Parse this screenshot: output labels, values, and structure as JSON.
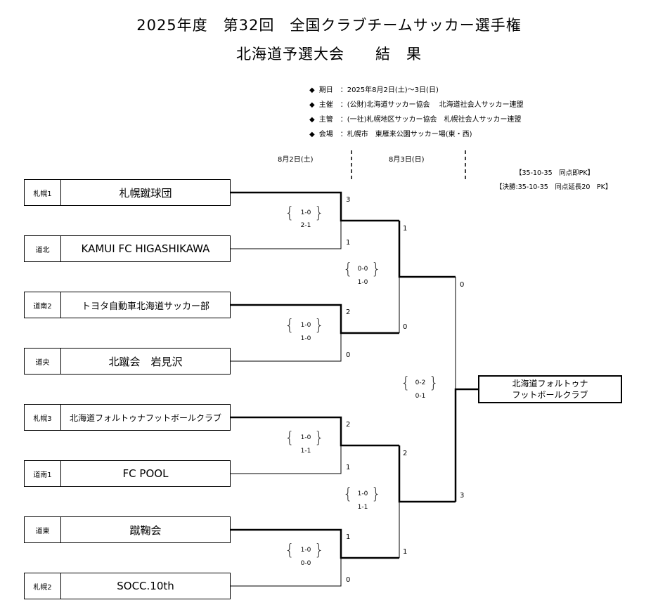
{
  "header": {
    "title_line1": "2025年度　第32回　全国クラブチームサッカー選手権",
    "title_line2": "北海道予選大会　　結　果"
  },
  "info": [
    {
      "label": "期日　：",
      "value": "2025年8月2日(土)～3日(日)"
    },
    {
      "label": "主催　：",
      "value": "(公財)北海道サッカー協会　 北海道社会人サッカー連盟"
    },
    {
      "label": "主管　：",
      "value": "(一社)札幌地区サッカー協会　札幌社会人サッカー連盟"
    },
    {
      "label": "会場　：",
      "value": "札幌市　東雁来公園サッカー場(東・西)"
    }
  ],
  "dates": {
    "day1": "8月2日(土)",
    "day2": "8月3日(日)"
  },
  "notes": {
    "line1": "【35-10-35　同点即PK】",
    "line2": "【決勝:35-10-35　同点延長20　PK】"
  },
  "teams": [
    {
      "region": "札幌1",
      "name": "札幌蹴球団"
    },
    {
      "region": "道北",
      "name": "KAMUI FC HIGASHIKAWA"
    },
    {
      "region": "道南2",
      "name": "トヨタ自動車北海道サッカー部"
    },
    {
      "region": "道央",
      "name": "北蹴会　岩見沢"
    },
    {
      "region": "札幌3",
      "name": "北海道フォルトゥナフットボールクラブ"
    },
    {
      "region": "道南1",
      "name": "FC POOL"
    },
    {
      "region": "道東",
      "name": "蹴鞠会"
    },
    {
      "region": "札幌2",
      "name": "SOCC.10th"
    }
  ],
  "r1_scores": [
    "3",
    "1",
    "2",
    "0",
    "2",
    "1",
    "1",
    "0"
  ],
  "r1_halves": [
    [
      "1-0",
      "2-1"
    ],
    [
      "1-0",
      "1-0"
    ],
    [
      "1-0",
      "1-1"
    ],
    [
      "1-0",
      "0-0"
    ]
  ],
  "r2_scores": [
    "1",
    "0",
    "2",
    "1"
  ],
  "r2_halves": [
    [
      "0-0",
      "1-0"
    ],
    [
      "1-0",
      "1-1"
    ]
  ],
  "final_scores": [
    "0",
    "3"
  ],
  "final_halves": [
    "0-2",
    "0-1"
  ],
  "champion": {
    "line1": "北海道フォルトゥナ",
    "line2": "フットボールクラブ"
  }
}
